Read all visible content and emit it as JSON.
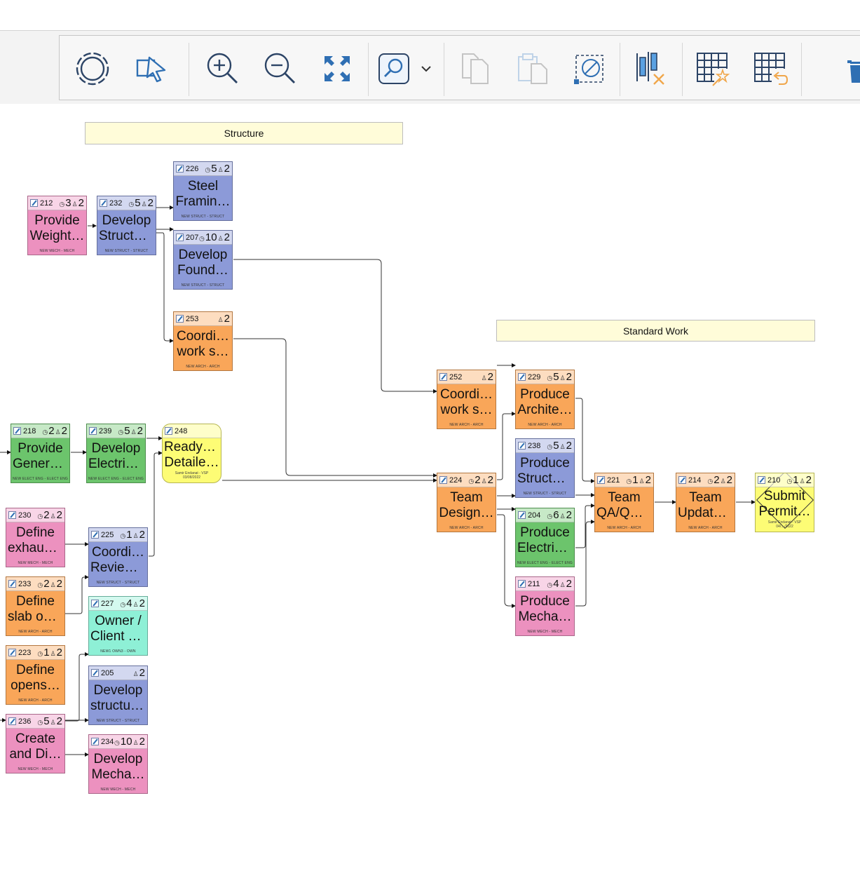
{
  "colors": {
    "blue": "#8c9ad8",
    "orange": "#f9a659",
    "pink": "#ec91bf",
    "green": "#6cc46c",
    "mint": "#8ef0d6",
    "yellow": "#fdfc75",
    "icon": "#2f6fb3"
  },
  "toolbar": {
    "buttons": [
      {
        "name": "select-all-icon"
      },
      {
        "name": "pointer-select-icon"
      },
      {
        "name": "zoom-in-icon"
      },
      {
        "name": "zoom-out-icon"
      },
      {
        "name": "fit-to-screen-icon"
      },
      {
        "name": "search-icon"
      },
      {
        "name": "chevron-down-icon"
      },
      {
        "name": "copy-icon"
      },
      {
        "name": "paste-icon"
      },
      {
        "name": "clear-selection-icon"
      },
      {
        "name": "remove-column-icon"
      },
      {
        "name": "grid-magic-icon"
      },
      {
        "name": "grid-undo-icon"
      },
      {
        "name": "delete-icon"
      }
    ]
  },
  "groups": [
    {
      "id": "structure",
      "label": "Structure"
    },
    {
      "id": "standard",
      "label": "Standard Work"
    }
  ],
  "cards": [
    {
      "id": "212",
      "dur": "3",
      "people": "2",
      "line1": "Provide",
      "line2": "Weight…",
      "foot": "NEW MECH - MECH",
      "color": "pink"
    },
    {
      "id": "232",
      "dur": "5",
      "people": "2",
      "line1": "Develop",
      "line2": "Structu…",
      "foot": "NEW STRUCT - STRUCT",
      "color": "blue"
    },
    {
      "id": "226",
      "dur": "5",
      "people": "2",
      "line1": "Steel",
      "line2": "Framin…",
      "foot": "NEW STRUCT - STRUCT",
      "color": "blue"
    },
    {
      "id": "207",
      "dur": "10",
      "people": "2",
      "line1": "Develop",
      "line2": "Found…",
      "foot": "NEW STRUCT - STRUCT",
      "color": "blue"
    },
    {
      "id": "253",
      "dur": "",
      "people": "2",
      "line1": "Coordi…",
      "line2": "work s…",
      "foot": "NEW ARCH - ARCH",
      "color": "orange"
    },
    {
      "id": "218",
      "dur": "2",
      "people": "2",
      "line1": "Provide",
      "line2": "Genera…",
      "foot": "NEW ELECT ENG - ELECT ENG",
      "color": "green"
    },
    {
      "id": "239",
      "dur": "5",
      "people": "2",
      "line1": "Develop",
      "line2": "Electric…",
      "foot": "NEW ELECT ENG - ELECT ENG",
      "color": "green"
    },
    {
      "id": "230",
      "dur": "2",
      "people": "2",
      "line1": "Define",
      "line2": "exhaus…",
      "foot": "NEW MECH - MECH",
      "color": "pink"
    },
    {
      "id": "225",
      "dur": "1",
      "people": "2",
      "line1": "Coordi…",
      "line2": "Review…",
      "foot": "NEW STRUCT - STRUCT",
      "color": "blue"
    },
    {
      "id": "233",
      "dur": "2",
      "people": "2",
      "line1": "Define",
      "line2": "slab op…",
      "foot": "NEW ARCH - ARCH",
      "color": "orange"
    },
    {
      "id": "227",
      "dur": "4",
      "people": "2",
      "line1": "Owner /",
      "line2": "Client T…",
      "foot": "NEW1 OWN3 - OWN",
      "color": "mint"
    },
    {
      "id": "223",
      "dur": "1",
      "people": "2",
      "line1": "Define",
      "line2": "opens…",
      "foot": "NEW ARCH - ARCH",
      "color": "orange"
    },
    {
      "id": "205",
      "dur": "",
      "people": "2",
      "line1": "Develop",
      "line2": "structur…",
      "foot": "NEW STRUCT - STRUCT",
      "color": "blue"
    },
    {
      "id": "236",
      "dur": "5",
      "people": "2",
      "line1": "Create",
      "line2": "and Di…",
      "foot": "NEW MECH - MECH",
      "color": "pink"
    },
    {
      "id": "234",
      "dur": "10",
      "people": "2",
      "line1": "Develop",
      "line2": "Mecha…",
      "foot": "NEW MECH - MECH",
      "color": "pink"
    },
    {
      "id": "252",
      "dur": "",
      "people": "2",
      "line1": "Coordi…",
      "line2": "work s…",
      "foot": "NEW ARCH - ARCH",
      "color": "orange"
    },
    {
      "id": "229",
      "dur": "5",
      "people": "2",
      "line1": "Produce",
      "line2": "Archite…",
      "foot": "NEW ARCH - ARCH",
      "color": "orange"
    },
    {
      "id": "238",
      "dur": "5",
      "people": "2",
      "line1": "Produce",
      "line2": "Structu…",
      "foot": "NEW STRUCT - STRUCT",
      "color": "blue"
    },
    {
      "id": "224",
      "dur": "2",
      "people": "2",
      "line1": "Team",
      "line2": "Design…",
      "foot": "NEW ARCH - ARCH",
      "color": "orange"
    },
    {
      "id": "204",
      "dur": "6",
      "people": "2",
      "line1": "Produce",
      "line2": "Electric…",
      "foot": "NEW ELECT ENG - ELECT ENG",
      "color": "green"
    },
    {
      "id": "211",
      "dur": "4",
      "people": "2",
      "line1": "Produce",
      "line2": "Mecha…",
      "foot": "NEW MECH - MECH",
      "color": "pink"
    },
    {
      "id": "221",
      "dur": "1",
      "people": "2",
      "line1": "Team",
      "line2": "QA/QC…",
      "foot": "NEW ARCH - ARCH",
      "color": "orange"
    },
    {
      "id": "214",
      "dur": "2",
      "people": "2",
      "line1": "Team",
      "line2": "Update…",
      "foot": "NEW ARCH - ARCH",
      "color": "orange"
    }
  ],
  "milestones": [
    {
      "id": "248",
      "line1": "Ready for",
      "line2": "Detaile…",
      "sub1": "Samir Endanat - VSP",
      "sub2": "03/08/2022",
      "color": "yellow"
    },
    {
      "id": "210",
      "dur": "1",
      "people": "2",
      "line1": "Submit",
      "line2": "Permit…",
      "sub1": "Samir Endanat - VSP",
      "sub2": "04/…/2022",
      "color": "yellow"
    }
  ]
}
